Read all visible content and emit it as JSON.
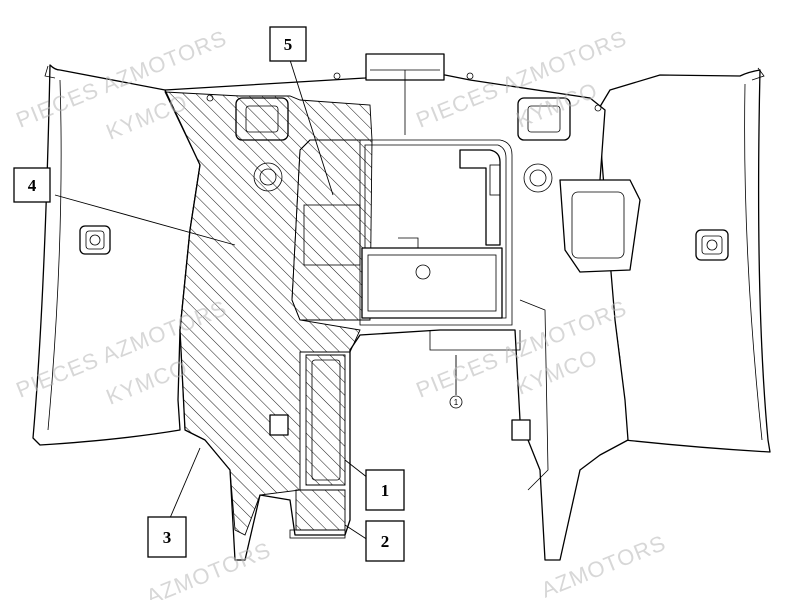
{
  "callouts": {
    "c1": "1",
    "c2": "2",
    "c3": "3",
    "c4": "4",
    "c5": "5",
    "circle_ref": "1"
  },
  "watermark": {
    "line1": "PIECES AZMOTORS",
    "line2": "KYMCO",
    "line3": "AZMOTORS"
  },
  "colors": {
    "line": "#000000",
    "watermark": "#b8b8b8",
    "background": "#ffffff"
  }
}
